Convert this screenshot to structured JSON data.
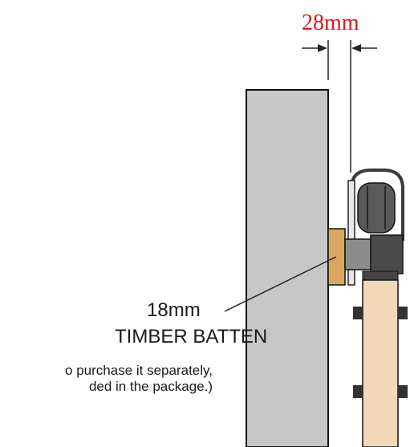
{
  "dimension": {
    "label": "28mm",
    "label_color": "#e0141c"
  },
  "batten_label": {
    "size": "18mm",
    "name": "TIMBER BATTEN"
  },
  "note": {
    "line1": "o purchase it separately,",
    "line2": "ded in the package.)"
  },
  "colors": {
    "wall": "#c7c7c7",
    "batten": "#d9a760",
    "door": "#f1d8b8",
    "hardware": "#4a4a4a"
  }
}
